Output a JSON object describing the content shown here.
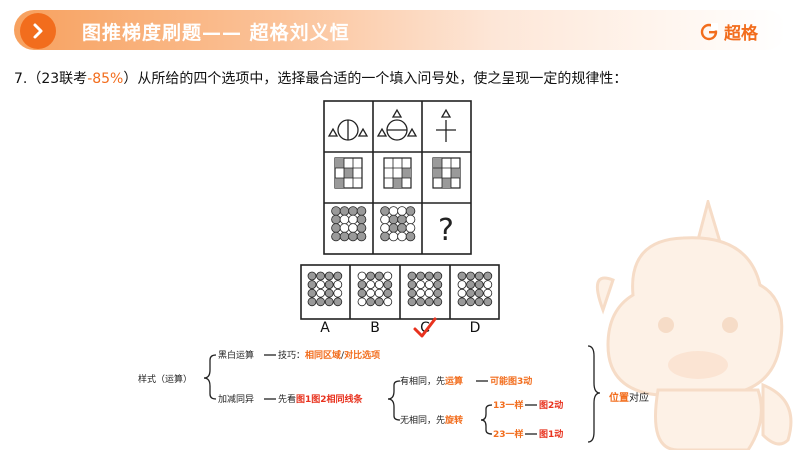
{
  "header": {
    "title": "图推梯度刷题—— 超格刘义恒",
    "brand": "超格",
    "arrow_icon": "chevron-right-icon",
    "logo_icon": "g-logo-icon"
  },
  "question": {
    "number": "7.",
    "source_open": "（23联考",
    "accuracy": "-85%",
    "source_close": "）",
    "text": "从所给的四个选项中，选择最合适的一个填入问号处，使之呈现一定的规律性："
  },
  "puzzle": {
    "question_mark": "?"
  },
  "options": {
    "labels": [
      "A",
      "B",
      "C",
      "D"
    ],
    "selected_mark": "check-mark-icon"
  },
  "mindmap": {
    "root": "样式（运算）",
    "black_white": "黑白运算",
    "tip_prefix": "技巧：",
    "tip_a": "相同区域",
    "tip_sep": "/",
    "tip_b": "对比选项",
    "add_sub": "加减同异",
    "first_look_prefix": "先看",
    "first_look_hl": "图1图2相同线条",
    "has_same_prefix": "有相同，先",
    "has_same_hl": "运算",
    "may_move": "可能图3动",
    "no_same_prefix": "无相同，先",
    "no_same_hl": "旋转",
    "case1": "13一样",
    "case1_result": "图2动",
    "case2": "23一样",
    "case2_result": "图1动",
    "conclusion_hl": "位置",
    "conclusion_rest": "对应"
  },
  "colors": {
    "accent": "#f26d1d",
    "red": "#e8321e",
    "grid_gray": "#9a9a9a"
  }
}
